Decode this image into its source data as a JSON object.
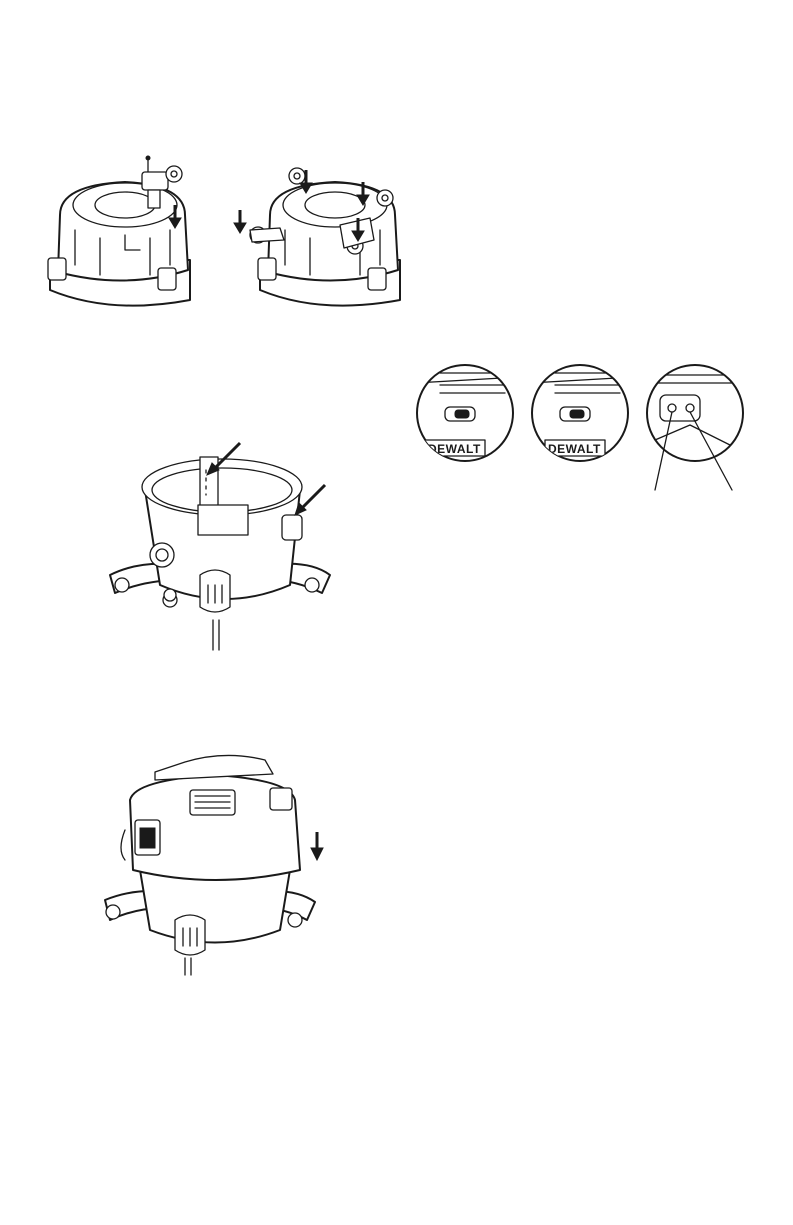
{
  "page": {
    "background": "#ffffff",
    "line_color": "#1a1a1a"
  },
  "figures": {
    "caster_install": {
      "brand_text": ""
    },
    "drum_interior": {
      "brand_text": ""
    },
    "switch_closeups": {
      "brand_label_1": "DEWALT",
      "brand_label_2": "DEWALT"
    },
    "powerhead_assembly": {
      "brand_text": ""
    }
  },
  "icons": [
    "down-arrow-icon",
    "diagonal-arrow-icon",
    "callout-line"
  ]
}
